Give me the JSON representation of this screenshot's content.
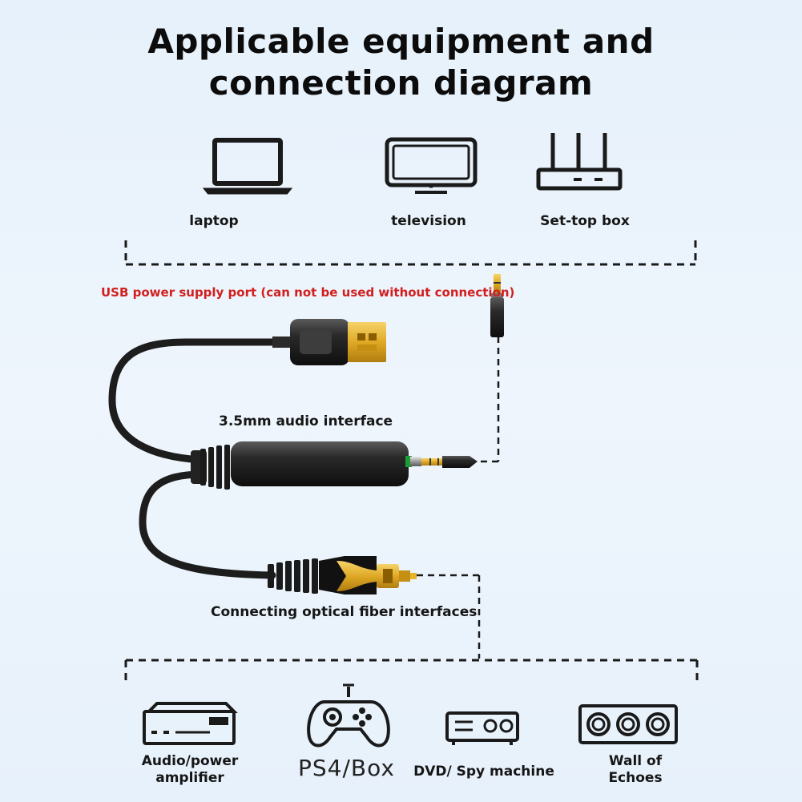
{
  "title": {
    "line1": "Applicable equipment and",
    "line2": "connection diagram"
  },
  "top_devices": [
    {
      "label": "laptop",
      "icon": "laptop-icon"
    },
    {
      "label": "television",
      "icon": "television-icon"
    },
    {
      "label": "Set-top box",
      "icon": "set-top-box-icon"
    }
  ],
  "labels": {
    "usb_port": "USB power supply port (can not be used without connection)",
    "audio_interface": "3.5mm audio interface",
    "optical_interface": "Connecting optical fiber interfaces"
  },
  "bottom_devices": [
    {
      "line1": "Audio/power",
      "line2": "amplifier",
      "icon": "audio-amplifier-icon"
    },
    {
      "label": "PS4/Box",
      "icon": "gamepad-icon"
    },
    {
      "label": "DVD/ Spy machine",
      "icon": "dvd-player-icon"
    },
    {
      "line1": "Wall of",
      "line2": "Echoes",
      "icon": "speaker-wall-icon"
    }
  ],
  "colors": {
    "usb_note": "#d21e1e",
    "usb_plug": "#e6b32a",
    "optical_plug": "#d3a32a",
    "cable": "#1d1d1d"
  }
}
